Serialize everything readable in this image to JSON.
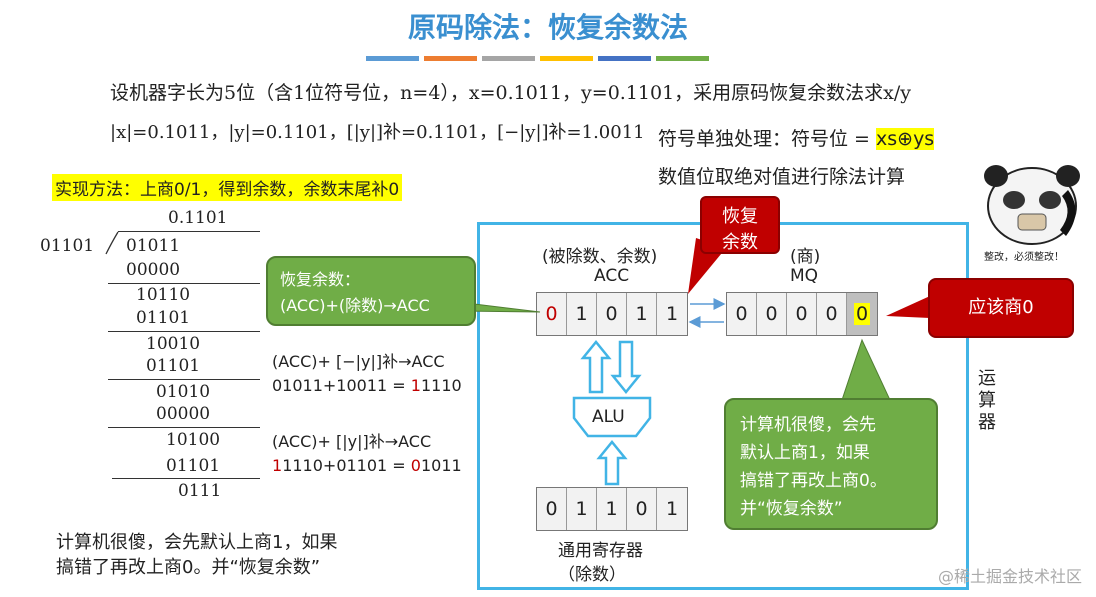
{
  "title": "原码除法：恢复余数法",
  "color_bar": [
    "#5b9bd5",
    "#ed7d31",
    "#a5a5a5",
    "#ffc000",
    "#4472c4",
    "#70ad47"
  ],
  "problem": {
    "statement": "设机器字长为5位（含1位符号位，n=4），x=0.1011，y=0.1101，采用原码恢复余数法求x/y",
    "values": "|x|=0.1011，|y|=0.1101，[|y|]补=0.1101，[−|y|]补=1.0011"
  },
  "sign": {
    "line1_text": "符号单独处理：符号位 = ",
    "line1_formula": "xs⊕ys",
    "line2": "数值位取绝对值进行除法计算"
  },
  "method": "实现方法：上商0/1，得到余数，余数末尾补0",
  "division": {
    "quotient": "0.1101",
    "divisor": "01101",
    "steps": [
      "01011",
      "00000",
      "10110",
      "01101",
      "10010",
      "01101",
      "01010",
      "00000",
      "10100",
      "01101",
      "0111"
    ]
  },
  "annotations": {
    "sub_label": "(ACC)+ [−|y|]补→ACC",
    "sub_calc_prefix": "01011+10011 = ",
    "sub_calc_red": "1",
    "sub_calc_rest": "1110",
    "add_label": "(ACC)+ [|y|]补→ACC",
    "add_calc_red1": "1",
    "add_calc_mid": "1110+01101 = ",
    "add_calc_red2": "0",
    "add_calc_rest": "1011"
  },
  "note": {
    "line1": "计算机很傻，会先默认上商1，如果",
    "line2": "搞错了再改上商0。并“恢复余数”"
  },
  "diagram": {
    "acc_label1": "(被除数、余数)",
    "acc_label2": "ACC",
    "mq_label1": "(商)",
    "mq_label2": "MQ",
    "acc_bits": [
      "0",
      "1",
      "0",
      "1",
      "1"
    ],
    "mq_bits": [
      "0",
      "0",
      "0",
      "0",
      "0"
    ],
    "gr_bits": [
      "0",
      "1",
      "1",
      "0",
      "1"
    ],
    "alu": "ALU",
    "gr_label1": "通用寄存器",
    "gr_label2": "（除数）",
    "unit_label": "运\n算\n器",
    "restore_callout_l1": "恢复余数：",
    "restore_callout_l2": "(ACC)+(除数)→ACC",
    "restore_box_l1": "恢复",
    "restore_box_l2": "余数",
    "should_box": "应该商0",
    "naive_l1": "计算机很傻，会先",
    "naive_l2": "默认上商1，如果",
    "naive_l3": "搞错了再改上商0。",
    "naive_l4": "并“恢复余数”"
  },
  "meme_caption": "整改，必须整改！",
  "watermark": "@稀土掘金技术社区"
}
